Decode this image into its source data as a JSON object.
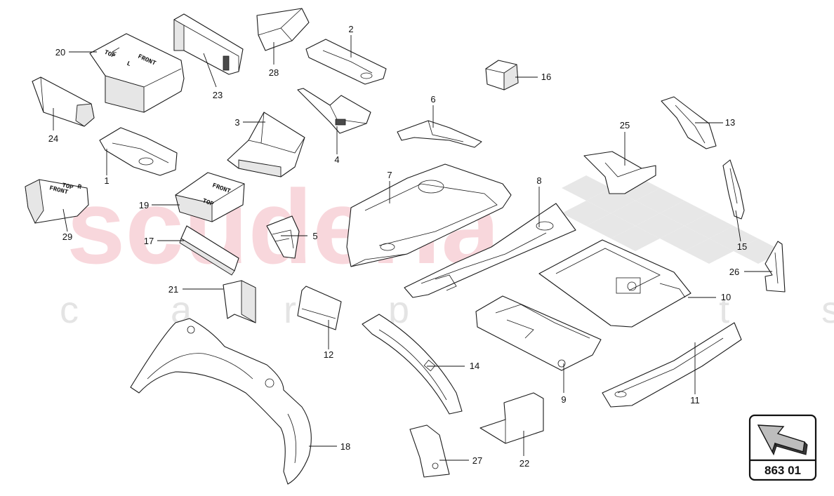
{
  "watermark": {
    "logo_text": "scuderia",
    "sub_text": "c a r p a r t s",
    "logo_color": "#f3b8c0",
    "check_color": "#d8d8d8"
  },
  "part_prints": {
    "part_20": [
      "TOP",
      "FRONT",
      "L"
    ],
    "part_19": [
      "FRONT",
      "TOP"
    ],
    "part_29": [
      "FRONT",
      "TOP",
      "R"
    ]
  },
  "callouts": [
    "1",
    "2",
    "3",
    "4",
    "5",
    "6",
    "7",
    "8",
    "9",
    "10",
    "11",
    "12",
    "13",
    "14",
    "15",
    "16",
    "17",
    "18",
    "19",
    "20",
    "21",
    "22",
    "23",
    "24",
    "25",
    "26",
    "27",
    "28",
    "29"
  ],
  "badge": {
    "code": "863 01",
    "icon": "arrow-icon"
  }
}
